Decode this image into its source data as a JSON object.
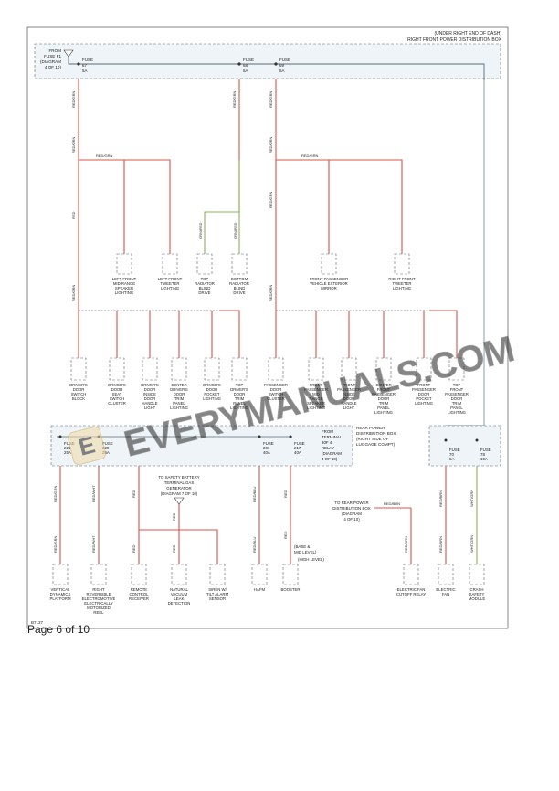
{
  "header": {
    "line1": "(UNDER RIGHT END OF DASH)",
    "line2": "RIGHT FRONT POWER DISTRIBUTION BOX"
  },
  "from_fuse": [
    "FROM",
    "FUSE F1",
    "(DIAGRAM",
    "4 OF 10)"
  ],
  "rear_pdb": [
    "REAR POWER",
    "DISTRIBUTION BOX",
    "(RIGHT SIDE OF",
    "LUGGAGE COMPT)"
  ],
  "from_terminal": [
    "FROM",
    "TERMINAL",
    "30F 4",
    "RELAY",
    "(DIAGRAM",
    "4 OF 10)"
  ],
  "battery_note": [
    "TO SAFETY BATTERY",
    "TERMINAL GAS",
    "GENERATOR",
    "(DIAGRAM 7 OF 10)"
  ],
  "to_rear_pdb": [
    "TO REAR POWER",
    "DISTRIBUTION BOX",
    "(DIAGRAM",
    "4 OF 10)"
  ],
  "base_note": [
    "(BASE &",
    "MID LEVEL)"
  ],
  "high_note": "(HIGH LEVEL)",
  "fuses_top": [
    {
      "id": "f67",
      "lines": [
        "FUSE",
        "67",
        "5A"
      ]
    },
    {
      "id": "f68",
      "lines": [
        "FUSE",
        "68",
        "5A"
      ]
    },
    {
      "id": "f69",
      "lines": [
        "FUSE",
        "69",
        "5A"
      ]
    }
  ],
  "fuses_rear": [
    {
      "id": "f221",
      "lines": [
        "FUSE",
        "221",
        "25A"
      ]
    },
    {
      "id": "f220",
      "lines": [
        "FUSE",
        "220",
        "25A"
      ]
    },
    {
      "id": "f206",
      "lines": [
        "FUSE",
        "206",
        "40A"
      ]
    },
    {
      "id": "f217",
      "lines": [
        "FUSE",
        "217",
        "40A"
      ]
    },
    {
      "id": "f70",
      "lines": [
        "FUSE",
        "70",
        "5A"
      ]
    },
    {
      "id": "f78",
      "lines": [
        "FUSE",
        "78",
        "10A"
      ]
    }
  ],
  "wire_colors": {
    "red_grn": "RED/GRN",
    "red": "RED",
    "grn_red": "GRN/RED",
    "red_wht": "RED/WHT",
    "red_blu": "RED/BLU",
    "red_brn": "RED/BRN",
    "wht_grn": "WHT/GRN"
  },
  "row1_components": [
    {
      "id": "c1",
      "lines": [
        "LEFT FRONT",
        "MID RANGE",
        "SPEAKER",
        "LIGHTING"
      ]
    },
    {
      "id": "c2",
      "lines": [
        "LEFT FRONT",
        "TWEETER",
        "LIGHTING"
      ]
    },
    {
      "id": "c3",
      "lines": [
        "TOP",
        "RADIATOR",
        "BLIND",
        "DRIVE"
      ]
    },
    {
      "id": "c4",
      "lines": [
        "BOTTOM",
        "RADIATOR",
        "BLIND",
        "DRIVE"
      ]
    },
    {
      "id": "c5",
      "lines": [
        "FRONT PASSENGER",
        "VEHICLE EXTERIOR",
        "MIRROR"
      ]
    },
    {
      "id": "c6",
      "lines": [
        "RIGHT FRONT",
        "TWEETER",
        "LIGHTING"
      ]
    }
  ],
  "row2_components": [
    {
      "id": "d1",
      "lines": [
        "DRIVER'S",
        "DOOR",
        "SWITCH",
        "BLOCK"
      ]
    },
    {
      "id": "d2",
      "lines": [
        "DRIVER'S",
        "DOOR",
        "SEAT",
        "SWITCH",
        "CLUSTER"
      ]
    },
    {
      "id": "d3",
      "lines": [
        "DRIVER'S",
        "DOOR",
        "INSIDE",
        "DOOR",
        "HANDLE",
        "LIGHT"
      ]
    },
    {
      "id": "d4",
      "lines": [
        "CENTER",
        "DRIVER'S",
        "DOOR",
        "TRIM",
        "PANEL",
        "LIGHTING"
      ]
    },
    {
      "id": "d5",
      "lines": [
        "DRIVER'S",
        "DOOR",
        "POCKET",
        "LIGHTING"
      ]
    },
    {
      "id": "d6",
      "lines": [
        "TOP",
        "DRIVER'S",
        "DOOR",
        "TRIM",
        "PANEL",
        "LIGHTING"
      ]
    },
    {
      "id": "d7",
      "lines": [
        "PASSENGER",
        "DOOR",
        "SWITCH",
        "CLUSTER"
      ]
    },
    {
      "id": "d8",
      "lines": [
        "FRONT",
        "PASSENGER",
        "MID",
        "RANGE",
        "SPEAKER",
        "LIGHTING"
      ]
    },
    {
      "id": "d9",
      "lines": [
        "FRONT",
        "PASSENGER",
        "INSIDE",
        "DOOR",
        "HANDLE",
        "LIGHT"
      ]
    },
    {
      "id": "d10",
      "lines": [
        "CENTER",
        "FRONT",
        "PASSENGER",
        "DOOR",
        "TRIM",
        "PANEL",
        "LIGHTING"
      ]
    },
    {
      "id": "d11",
      "lines": [
        "FRONT",
        "PASSENGER",
        "DOOR",
        "POCKET",
        "LIGHTING"
      ]
    },
    {
      "id": "d12",
      "lines": [
        "TOP",
        "FRONT",
        "PASSENGER",
        "DOOR",
        "TRIM",
        "PANEL",
        "LIGHTING"
      ]
    }
  ],
  "row3_components": [
    {
      "id": "e1",
      "lines": [
        "VERTICAL",
        "DYNAMICS",
        "PLATFORM"
      ]
    },
    {
      "id": "e2",
      "lines": [
        "RIGHT",
        "REVERSIBLE",
        "ELECTROMOTIVE",
        "ELECTRICALLY",
        "MOTORIZED",
        "REEL"
      ]
    },
    {
      "id": "e3",
      "lines": [
        "REMOTE",
        "CONTROL",
        "RECEIVER"
      ]
    },
    {
      "id": "e4",
      "lines": [
        "NATURAL",
        "VACUUM",
        "LEAK",
        "DETECTION"
      ]
    },
    {
      "id": "e5",
      "lines": [
        "SIREN W/",
        "TILT ALARM",
        "SENSOR"
      ]
    },
    {
      "id": "e6",
      "lines": [
        "HAFM"
      ]
    },
    {
      "id": "e7",
      "lines": [
        "BOOSTER"
      ]
    },
    {
      "id": "e8",
      "lines": [
        "ELECTRIC FAN",
        "CUTOFF RELAY"
      ]
    },
    {
      "id": "e9",
      "lines": [
        "ELECTRIC",
        "FAN"
      ]
    },
    {
      "id": "e10",
      "lines": [
        "CRASH",
        "SAFETY",
        "MODULE"
      ]
    }
  ],
  "watermark": "EVERYMANUALS.COM",
  "diagram_code": "B7137",
  "page_label": "Page 6 of 10"
}
